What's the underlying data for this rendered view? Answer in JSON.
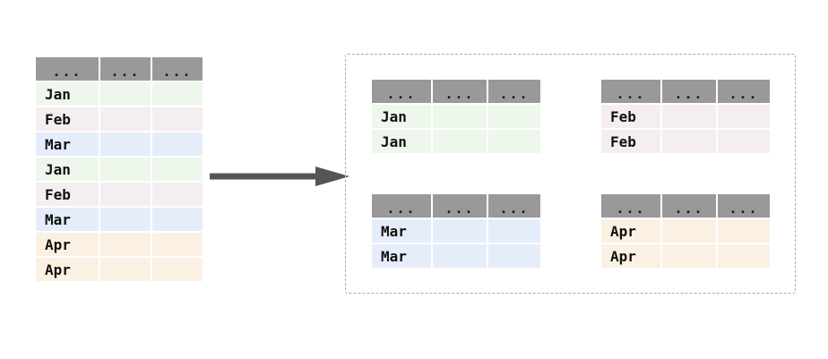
{
  "diagram": {
    "title": "groupby-split-diagram",
    "colors": {
      "header_gray": "#999999",
      "arrow_gray": "#555555",
      "dashed_border": "#c8a288",
      "tint_jan": "#eef7ec",
      "tint_feb": "#f5eef1",
      "tint_mar": "#e6edfa",
      "tint_apr": "#fbf1e3",
      "background": "#ffffff"
    },
    "arrow": {
      "icon": "right-arrow-icon",
      "direction": "right"
    }
  },
  "source_table": {
    "name": "source-table",
    "headers": [
      "...",
      "...",
      "..."
    ],
    "rows": [
      {
        "label": "Jan",
        "tint": "t-jan",
        "cells": [
          "Jan",
          "",
          ""
        ]
      },
      {
        "label": "Feb",
        "tint": "t-feb",
        "cells": [
          "Feb",
          "",
          ""
        ]
      },
      {
        "label": "Mar",
        "tint": "t-mar",
        "cells": [
          "Mar",
          "",
          ""
        ]
      },
      {
        "label": "Jan",
        "tint": "t-jan",
        "cells": [
          "Jan",
          "",
          ""
        ]
      },
      {
        "label": "Feb",
        "tint": "t-feb",
        "cells": [
          "Feb",
          "",
          ""
        ]
      },
      {
        "label": "Mar",
        "tint": "t-mar",
        "cells": [
          "Mar",
          "",
          ""
        ]
      },
      {
        "label": "Apr",
        "tint": "t-apr",
        "cells": [
          "Apr",
          "",
          ""
        ]
      },
      {
        "label": "Apr",
        "tint": "t-apr",
        "cells": [
          "Apr",
          "",
          ""
        ]
      }
    ]
  },
  "output_group": {
    "name": "output-group",
    "tables": [
      {
        "key": "jan",
        "headers": [
          "...",
          "...",
          "..."
        ],
        "rows": [
          {
            "label": "Jan",
            "tint": "t-jan"
          },
          {
            "label": "Jan",
            "tint": "t-jan"
          }
        ]
      },
      {
        "key": "feb",
        "headers": [
          "...",
          "...",
          "..."
        ],
        "rows": [
          {
            "label": "Feb",
            "tint": "t-feb"
          },
          {
            "label": "Feb",
            "tint": "t-feb"
          }
        ]
      },
      {
        "key": "mar",
        "headers": [
          "...",
          "...",
          "..."
        ],
        "rows": [
          {
            "label": "Mar",
            "tint": "t-mar"
          },
          {
            "label": "Mar",
            "tint": "t-mar"
          }
        ]
      },
      {
        "key": "apr",
        "headers": [
          "...",
          "...",
          "..."
        ],
        "rows": [
          {
            "label": "Apr",
            "tint": "t-apr"
          },
          {
            "label": "Apr",
            "tint": "t-apr"
          }
        ]
      }
    ]
  }
}
